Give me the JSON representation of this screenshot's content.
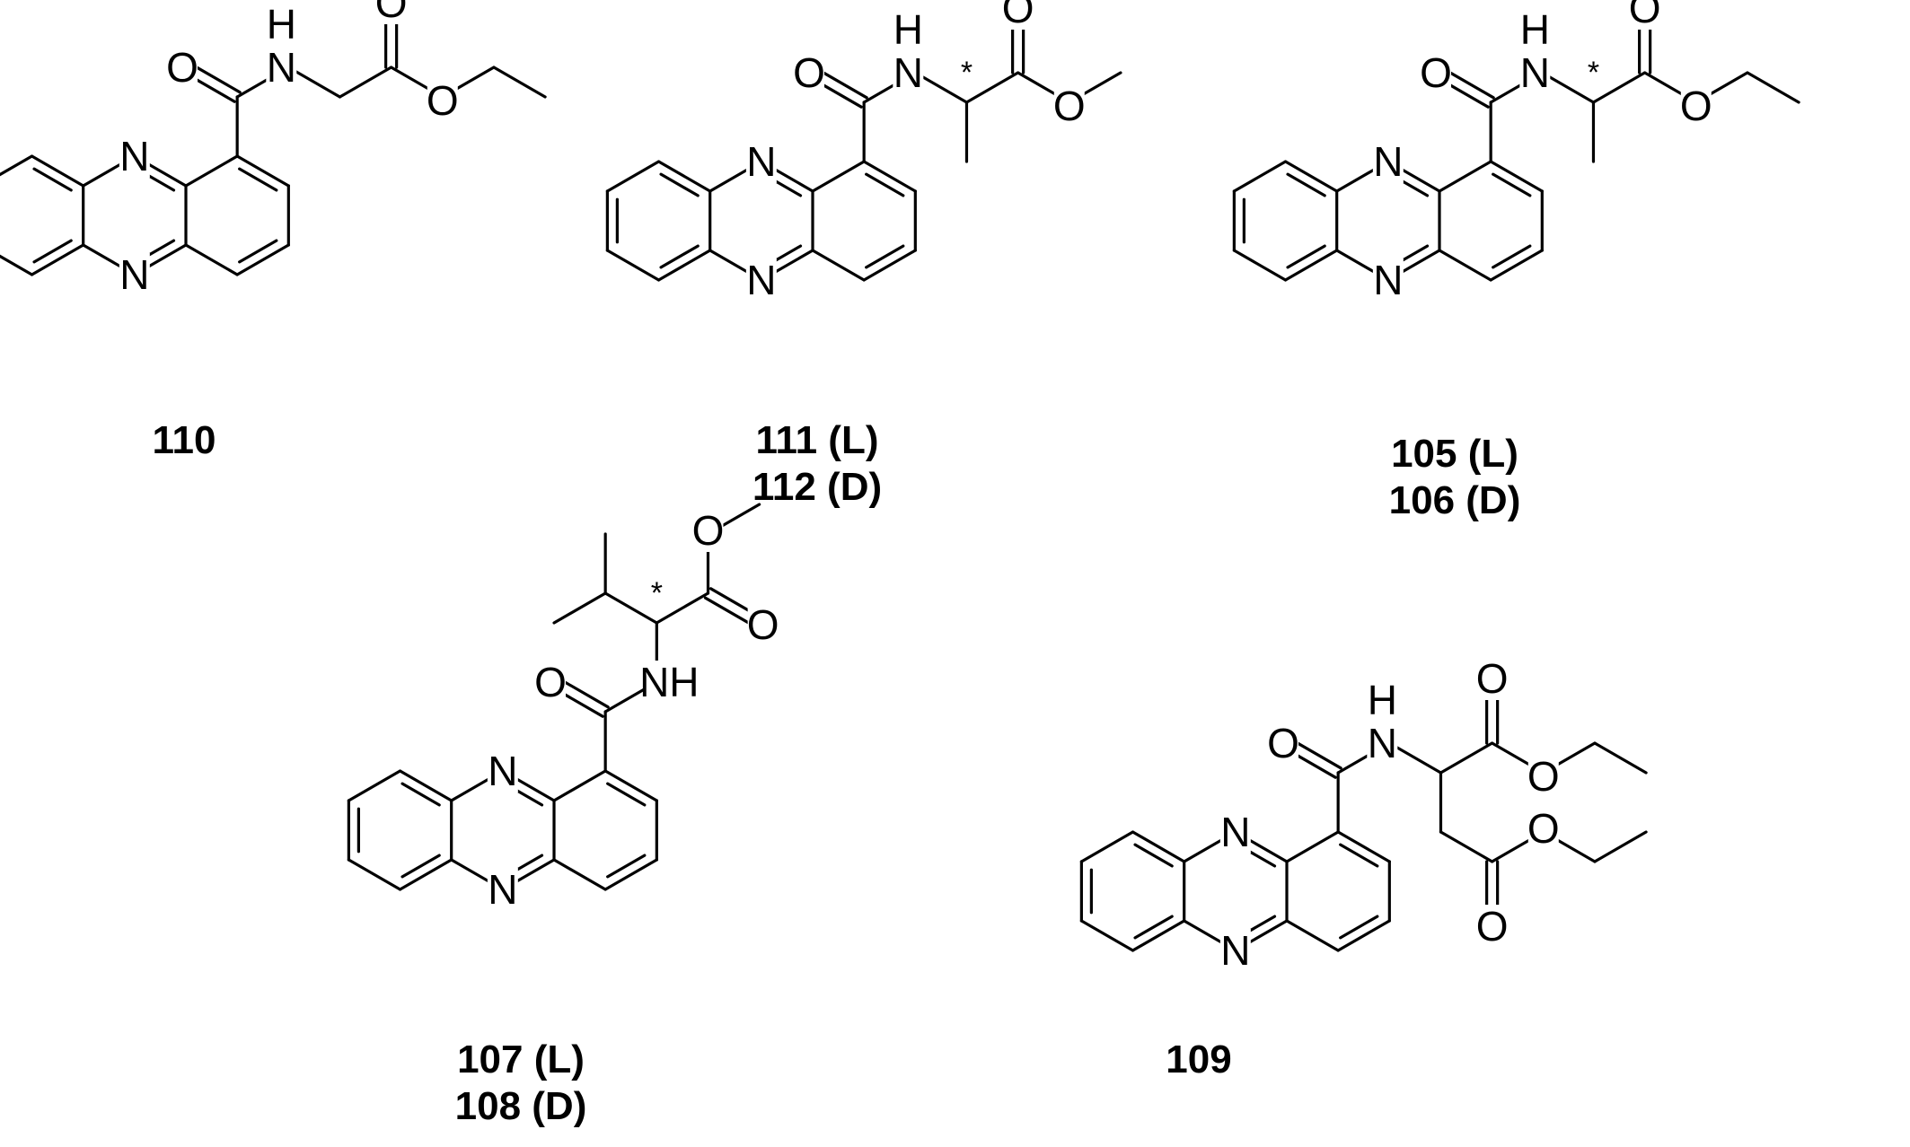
{
  "compounds": [
    {
      "id": "c110",
      "labels": [
        "110"
      ]
    },
    {
      "id": "c111",
      "labels": [
        "111 (L)",
        "112 (D)"
      ]
    },
    {
      "id": "c105",
      "labels": [
        "105 (L)",
        "106 (D)"
      ]
    },
    {
      "id": "c107",
      "labels": [
        "107 (L)",
        "108 (D)"
      ]
    },
    {
      "id": "c109",
      "labels": [
        "109"
      ]
    }
  ],
  "atom_symbols": {
    "nitrogen": "N",
    "oxygen": "O",
    "amide_h": "H",
    "amide_nh": "NH",
    "stereocenter": "*"
  }
}
